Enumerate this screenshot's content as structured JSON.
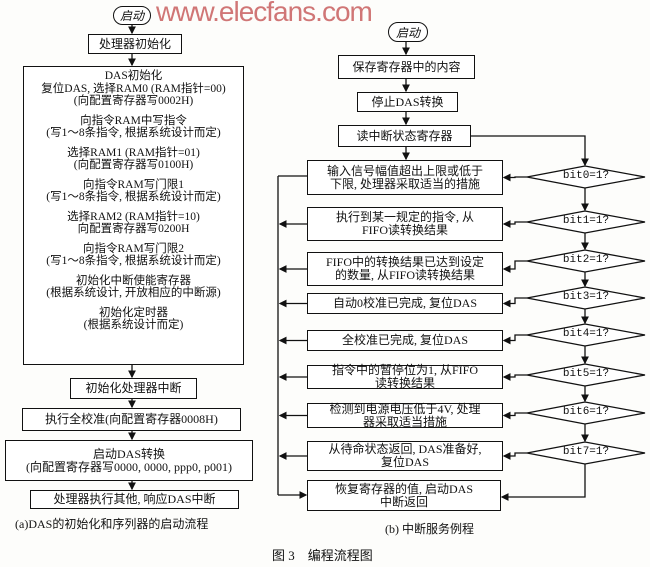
{
  "watermark": "www.elecfans.com",
  "left": {
    "start": "启动",
    "proc_init": "处理器初始化",
    "das_init": [
      [
        "DAS初始化",
        "复位DAS, 选择RAM0 (RAM指针=00)",
        "(向配置寄存器写0002H)"
      ],
      [
        "向指令RAM中写指令",
        "(写1～8条指令, 根据系统设计而定)"
      ],
      [
        "选择RAM1 (RAM指针=01)",
        "(向配置寄存器写0100H)"
      ],
      [
        "向指令RAM写门限1",
        "(写1～8条指令, 根据系统设计而定)"
      ],
      [
        "选择RAM2 (RAM指针=10)",
        "向配置寄存器写0200H"
      ],
      [
        "向指令RAM写门限2",
        "(写1～8条指令, 根据系统设计而定)"
      ],
      [
        "初始化中断使能寄存器",
        "(根据系统设计, 开放相应的中断源)"
      ],
      [
        "初始化定时器",
        "(根据系统设计而定)"
      ]
    ],
    "init_irq": "初始化处理器中断",
    "full_cal": "执行全校准(向配置寄存器0008H)",
    "start_das": [
      "启动DAS转换",
      "(向配置寄存器写0000, 0000, ppp0, p001)"
    ],
    "other": "处理器执行其他, 响应DAS中断",
    "caption": "(a)DAS的初始化和序列器的启动流程"
  },
  "right": {
    "start": "启动",
    "save": "保存寄存器中的内容",
    "stop": "停止DAS转换",
    "read": "读中断状态寄存器",
    "actions": [
      [
        "输入信号幅值超出上限或低于",
        "下限, 处理器采取适当的措施"
      ],
      [
        "执行到某一规定的指令, 从",
        "FIFO读转换结果"
      ],
      [
        "FIFO中的转换结果已达到设定",
        "的数量, 从FIFO读转换结果"
      ],
      [
        "自动0校准已完成, 复位DAS"
      ],
      [
        "全校准已完成, 复位DAS"
      ],
      [
        "指令中的暂停位为1, 从FIFO",
        "读转换结果"
      ],
      [
        "检测到电源电压低于4V, 处理",
        "器采取适当措施"
      ],
      [
        "从待命状态返回, DAS准备好,",
        "复位DAS"
      ]
    ],
    "decisions": [
      "bit0=1?",
      "bit1=1?",
      "bit2=1?",
      "bit3=1?",
      "bit4=1?",
      "bit5=1?",
      "bit6=1?",
      "bit7=1?"
    ],
    "restore": [
      "恢复寄存器的值, 启动DAS",
      "中断返回"
    ],
    "caption": "(b) 中断服务例程"
  },
  "figure_title": "图 3　编程流程图"
}
